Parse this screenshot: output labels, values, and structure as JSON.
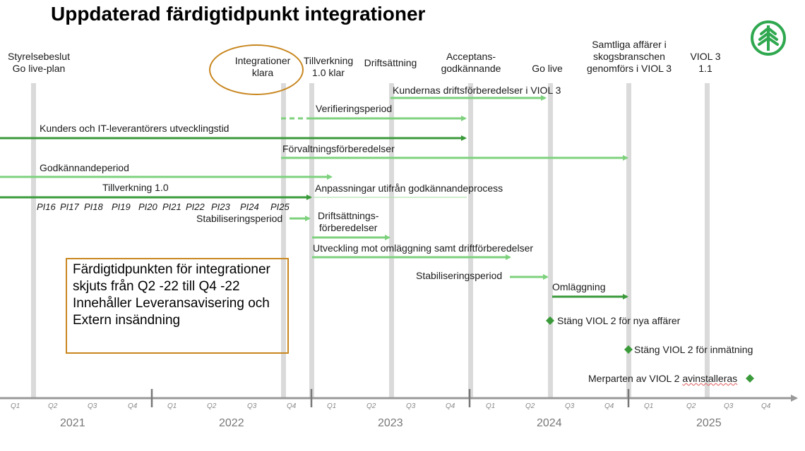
{
  "title": "Uppdaterad färdigtidpunkt integrationer",
  "milestones": [
    {
      "text": "Styrelsebeslut\nGo live-plan"
    },
    {
      "text": "Integrationer\nklara"
    },
    {
      "text": "Tillverkning\n1.0 klar"
    },
    {
      "text": "Driftsättning"
    },
    {
      "text": "Acceptans-\ngodkännande"
    },
    {
      "text": "Go live"
    },
    {
      "text": "Samtliga affärer i\nskogsbranschen\ngenomförs i VIOL 3"
    },
    {
      "text": "VIOL 3\n1.1"
    }
  ],
  "activities": {
    "kundernas": "Kundernas driftsförberedelser i VIOL 3",
    "verifiering": "Verifieringsperiod",
    "kunders_it": "Kunders och IT-leverantörers utvecklingstid",
    "forvaltning": "Förvaltningsförberedelser",
    "godkannande": "Godkännandeperiod",
    "tillverkning": "Tillverkning 1.0",
    "anpassningar": "Anpassningar utifrån godkännandeprocess",
    "stabilisering1": "Stabiliseringsperiod",
    "driftsattnings": "Driftsättnings-\nförberedelser",
    "utveckling": "Utveckling mot omläggning samt driftförberedelser",
    "stabilisering2": "Stabiliseringsperiod",
    "omlaggning": "Omläggning",
    "stang_nya": "Stäng VIOL 2 för nya affärer",
    "stang_inmatning": "Stäng VIOL 2 för inmätning",
    "merparten_prefix": "Merparten av VIOL 2 ",
    "merparten_word": "avinstalleras"
  },
  "pi_labels": [
    "PI16",
    "PI17",
    "PI18",
    "PI19",
    "PI20",
    "PI21",
    "PI22",
    "PI23",
    "PI24",
    "PI25"
  ],
  "note": "Färdigtidpunkten för integrationer skjuts från Q2 -22 till Q4 -22 Innehåller Leveransavisering och Extern insändning",
  "quarters": [
    "Q1",
    "Q2",
    "Q3",
    "Q4",
    "Q1",
    "Q2",
    "Q3",
    "Q4",
    "Q1",
    "Q2",
    "Q3",
    "Q4",
    "Q1",
    "Q2",
    "Q3",
    "Q4",
    "Q1",
    "Q2",
    "Q3",
    "Q4"
  ],
  "years": [
    "2021",
    "2022",
    "2023",
    "2024",
    "2025"
  ],
  "colors": {
    "dark_green": "#3a9a3a",
    "light_green": "#7dd17d",
    "diamond": "#3a9a3a",
    "highlight": "#c8861e",
    "logo": "#2fa84f"
  }
}
